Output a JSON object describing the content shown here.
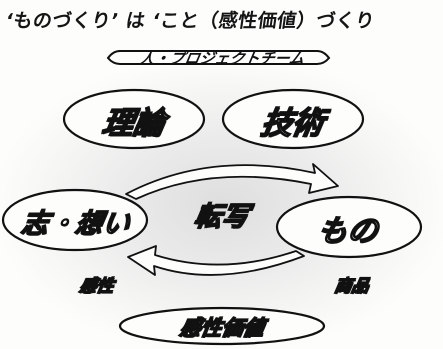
{
  "title": "‘ものづくり’ は ‘こと（感性価値）づくり",
  "nodes": {
    "team": "人・プロジェクトチーム",
    "theory": "理論",
    "technology": "技術",
    "aspiration": "志・想い",
    "product_thing": "もの",
    "transfer": "転写",
    "kansei": "感性",
    "merchandise": "商品",
    "kansei_value": "感性価値"
  },
  "colors": {
    "ink": "#111111",
    "paper": "#fdfdfb",
    "shade": "#e2e2e2"
  }
}
